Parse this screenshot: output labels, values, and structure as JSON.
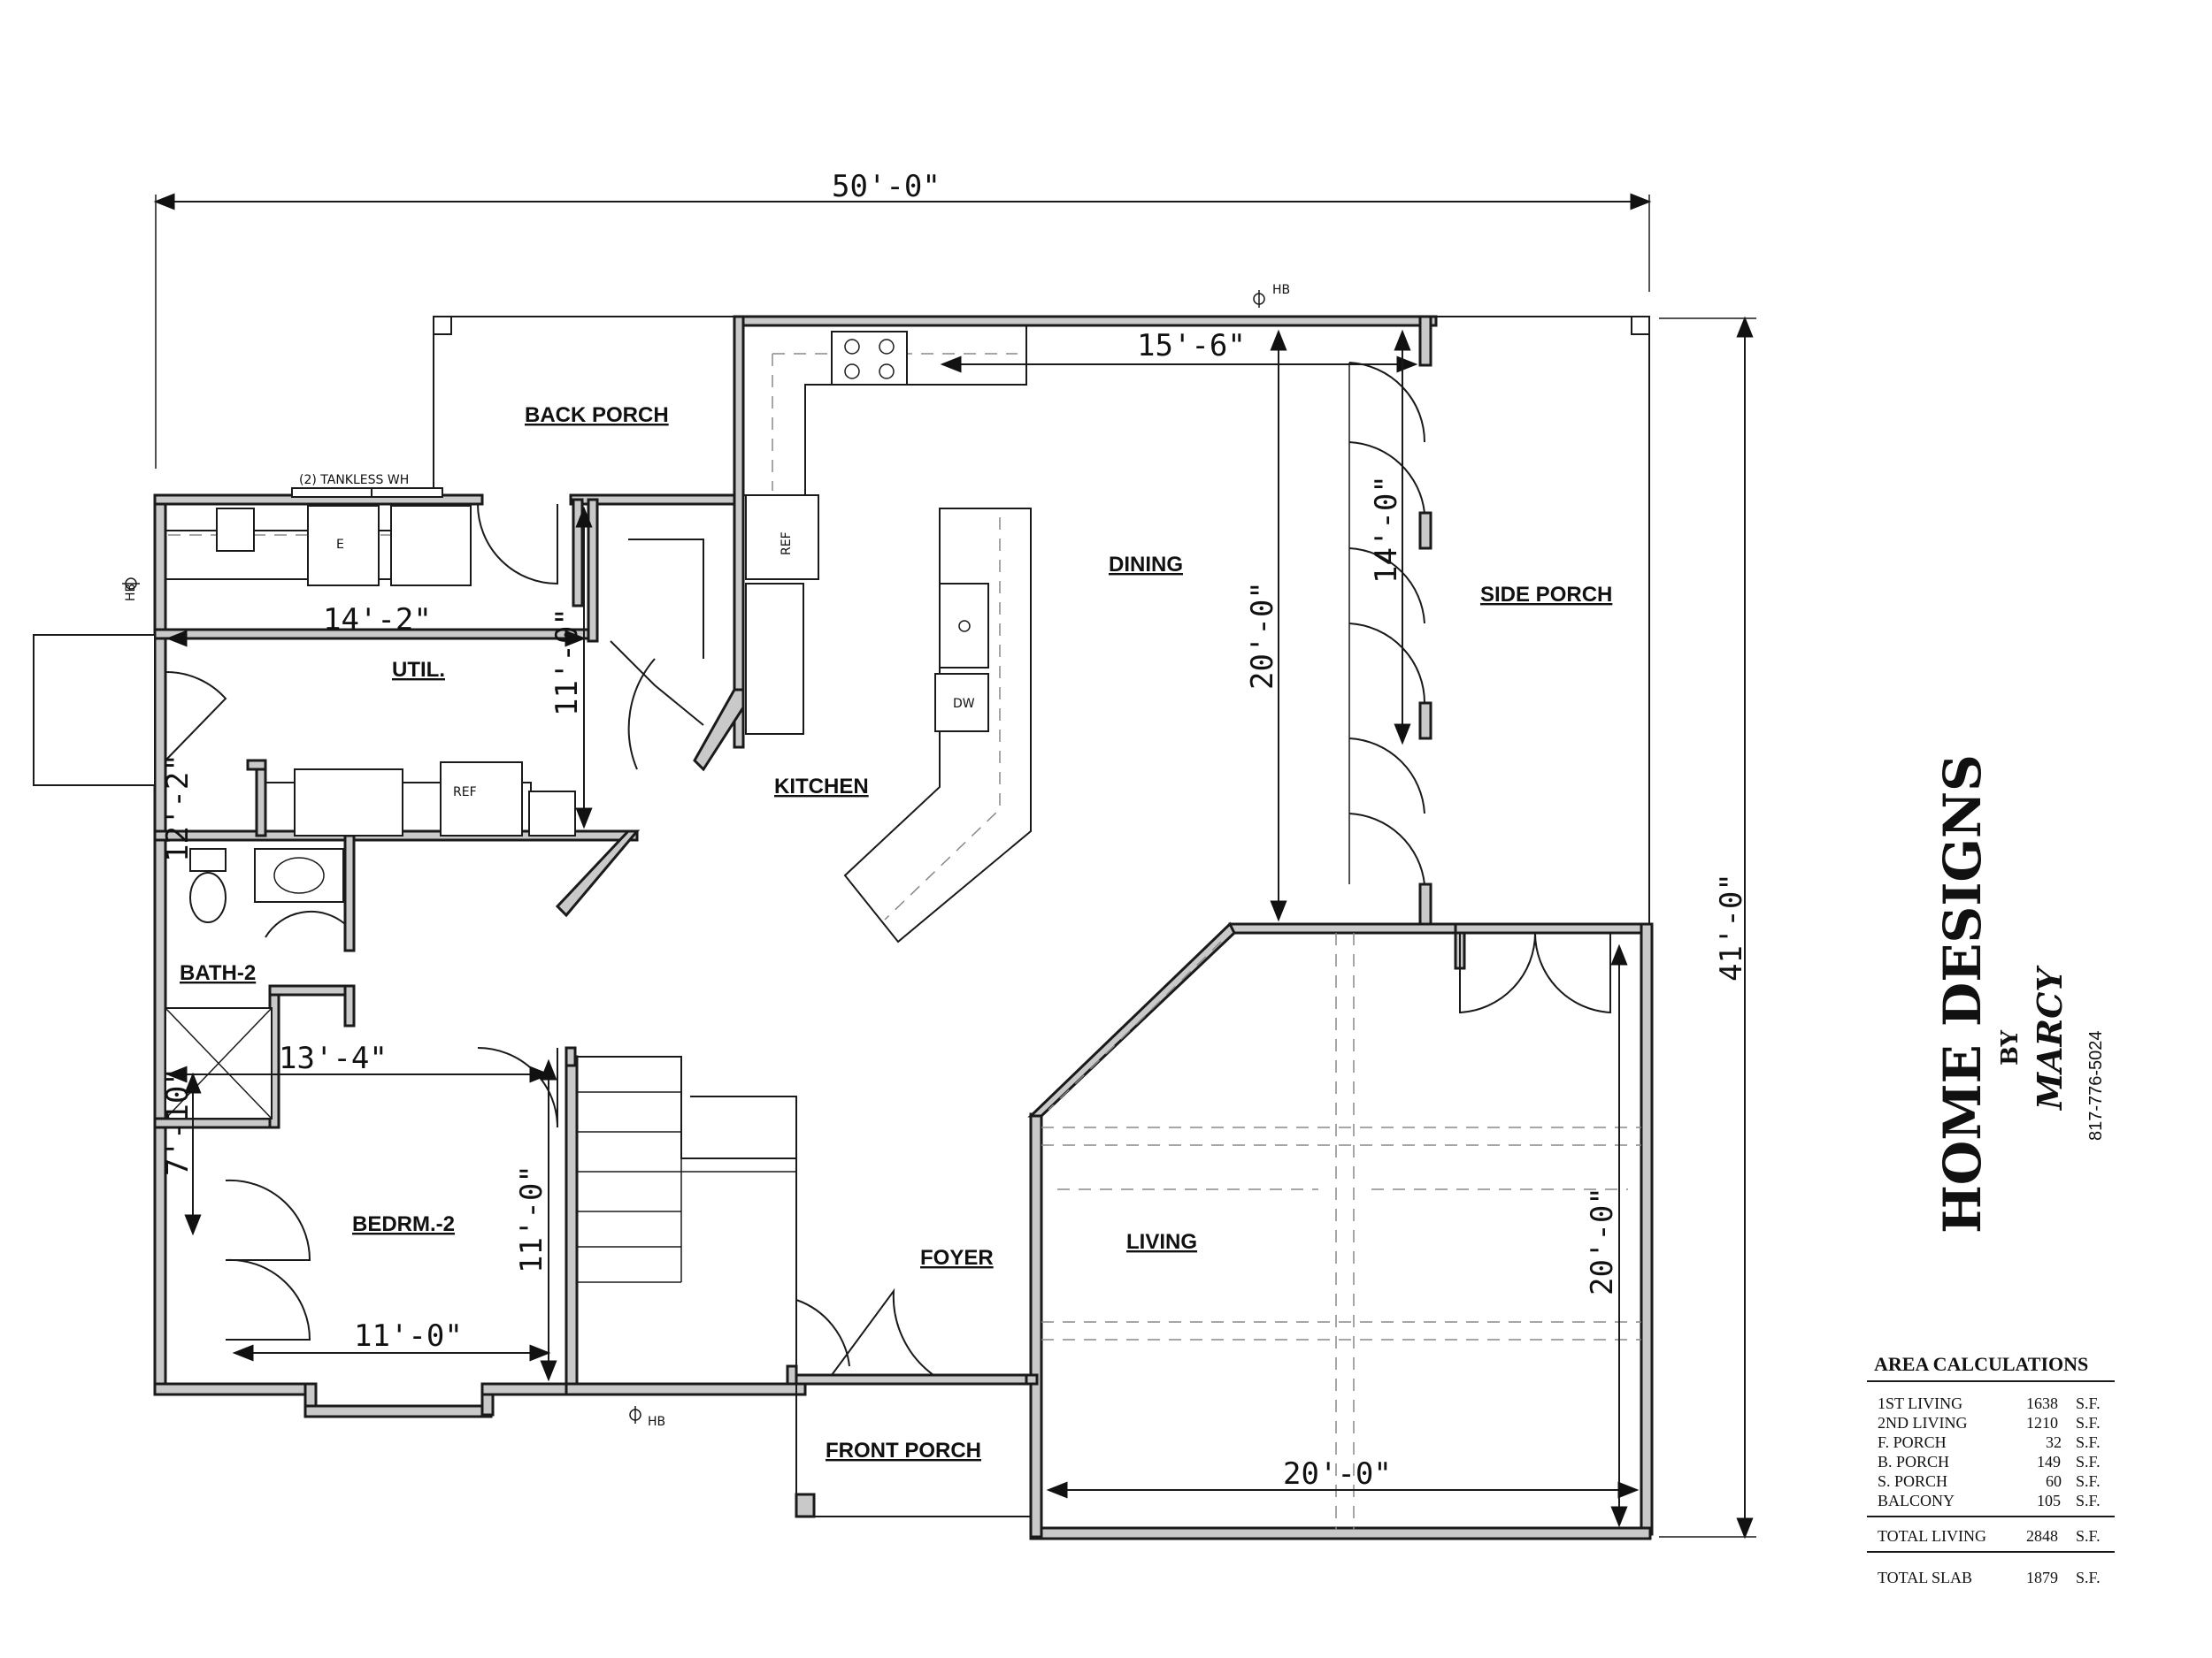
{
  "dimensions": {
    "overall_width": "50'-0\"",
    "overall_depth": "41'-0\"",
    "dining_width": "15'-6\"",
    "dining_depth": "20'-0\"",
    "side_porch_depth": "14'-0\"",
    "util_width": "14'-2\"",
    "util_depth": "11'-0\"",
    "bath_dim": "12'-2\"",
    "bedroom_top": "13'-4\"",
    "bedroom_left": "7'-10\"",
    "bedroom_right": "11'-0\"",
    "bedroom_bottom": "11'-0\"",
    "living_depth": "20'-0\"",
    "living_width": "20'-0\""
  },
  "rooms": {
    "back_porch": "BACK PORCH",
    "dining": "DINING",
    "side_porch": "SIDE PORCH",
    "util": "UTIL.",
    "kitchen": "KITCHEN",
    "bath": "BATH-2",
    "bedroom": "BEDRM.-2",
    "foyer": "FOYER",
    "living": "LIVING",
    "front_porch": "FRONT PORCH"
  },
  "labels": {
    "tankless": "(2) TANKLESS WH",
    "hb": "HB",
    "ref": "REF",
    "dw": "DW",
    "range_e": "E"
  },
  "brand": {
    "name": "HOME DESIGNS",
    "by": "BY",
    "designer": "MARCY",
    "phone": "817-776-5024"
  },
  "area_calculations": {
    "title": "AREA CALCULATIONS",
    "rows": [
      {
        "label": "1ST LIVING",
        "value": "1638",
        "unit": "S.F."
      },
      {
        "label": "2ND LIVING",
        "value": "1210",
        "unit": "S.F."
      },
      {
        "label": "F. PORCH",
        "value": "32",
        "unit": "S.F."
      },
      {
        "label": "B. PORCH",
        "value": "149",
        "unit": "S.F."
      },
      {
        "label": "S. PORCH",
        "value": "60",
        "unit": "S.F."
      },
      {
        "label": "BALCONY",
        "value": "105",
        "unit": "S.F."
      }
    ],
    "total_living": {
      "label": "TOTAL LIVING",
      "value": "2848",
      "unit": "S.F."
    },
    "total_slab": {
      "label": "TOTAL SLAB",
      "value": "1879",
      "unit": "S.F."
    }
  }
}
